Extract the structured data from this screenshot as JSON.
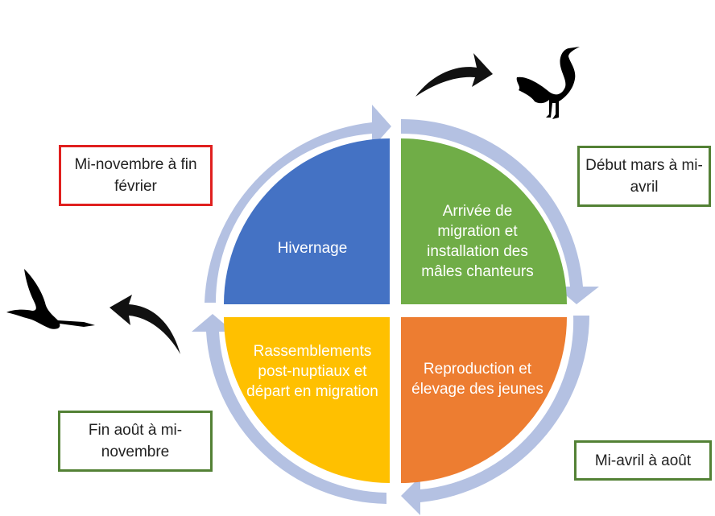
{
  "colors": {
    "winter": "#4472c4",
    "arrival": "#70ad47",
    "breeding": "#ed7d31",
    "departure": "#ffc000",
    "ring": "#b4c1e2",
    "box_green": "#538135",
    "box_red": "#e0201f"
  },
  "quadrants": {
    "winter": "Hivernage",
    "arrival": "Arrivée de migration et installation des mâles chanteurs",
    "breeding": "Reproduction et élevage des jeunes",
    "departure": "Rassemblements post-nuptiaux et départ en migration"
  },
  "periods": {
    "winter": "Mi-novembre à fin février",
    "arrival": "Début mars à mi-avril",
    "breeding": "Mi-avril à août",
    "departure": "Fin août à mi-novembre"
  },
  "icons": {
    "standing_bird": "bird-standing-silhouette",
    "flying_bird": "bird-flying-silhouette",
    "arrival_arrow": "curved-arrow-icon",
    "departure_arrow": "curved-arrow-icon"
  }
}
